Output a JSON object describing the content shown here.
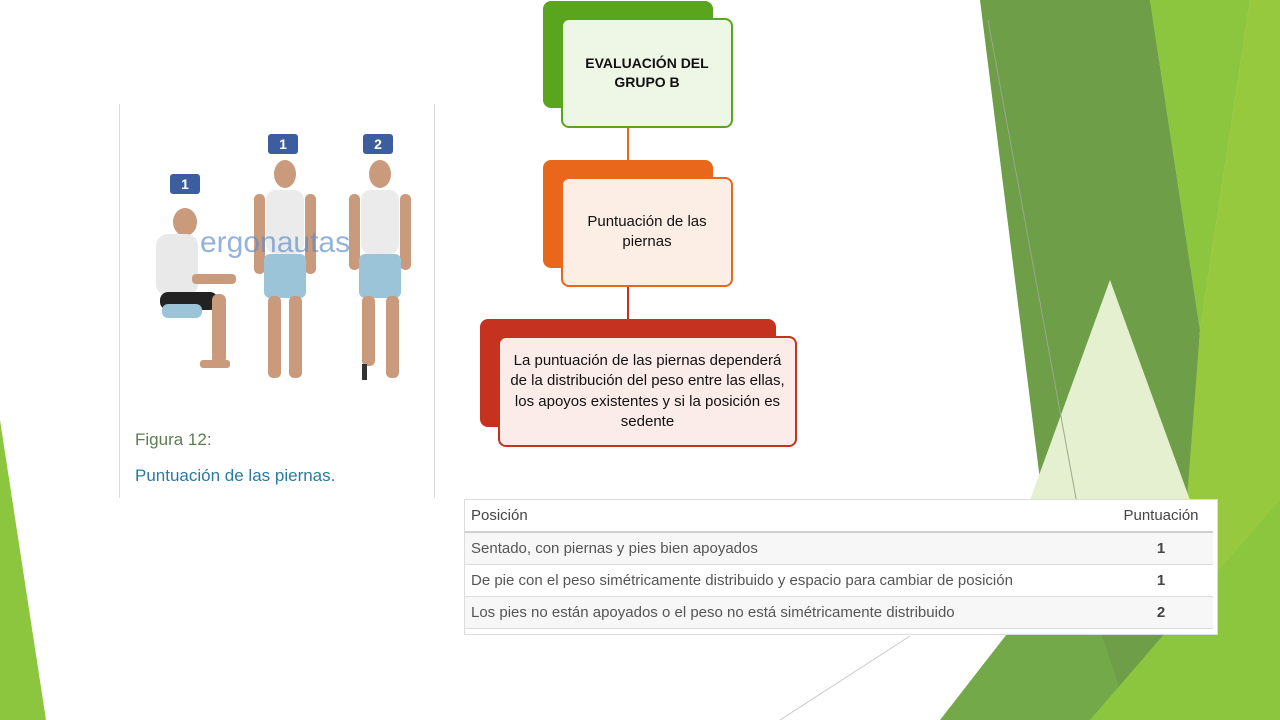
{
  "figure": {
    "labels": [
      "1",
      "1",
      "2"
    ],
    "watermark": "ergonautas",
    "caption_label": "Figura 12:",
    "caption_title": "Puntuación de las piernas."
  },
  "hierarchy": {
    "level1": "EVALUACIÓN DEL GRUPO B",
    "level2": "Puntuación de las piernas",
    "level3": "La puntuación de las piernas dependerá de la distribución del peso entre las ellas, los apoyos existentes y si la posición es sedente"
  },
  "table": {
    "headers": [
      "Posición",
      "Puntuación"
    ],
    "rows": [
      {
        "position": "Sentado, con piernas y pies bien apoyados",
        "score": "1"
      },
      {
        "position": "De pie con el peso simétricamente distribuido y espacio para cambiar de posición",
        "score": "1"
      },
      {
        "position": "Los pies no están apoyados o el peso no está simétricamente distribuido",
        "score": "2"
      }
    ]
  },
  "colors": {
    "green": "#5aa51e",
    "orange": "#e8671b",
    "red": "#c53220",
    "lime": "#8cc63f"
  }
}
